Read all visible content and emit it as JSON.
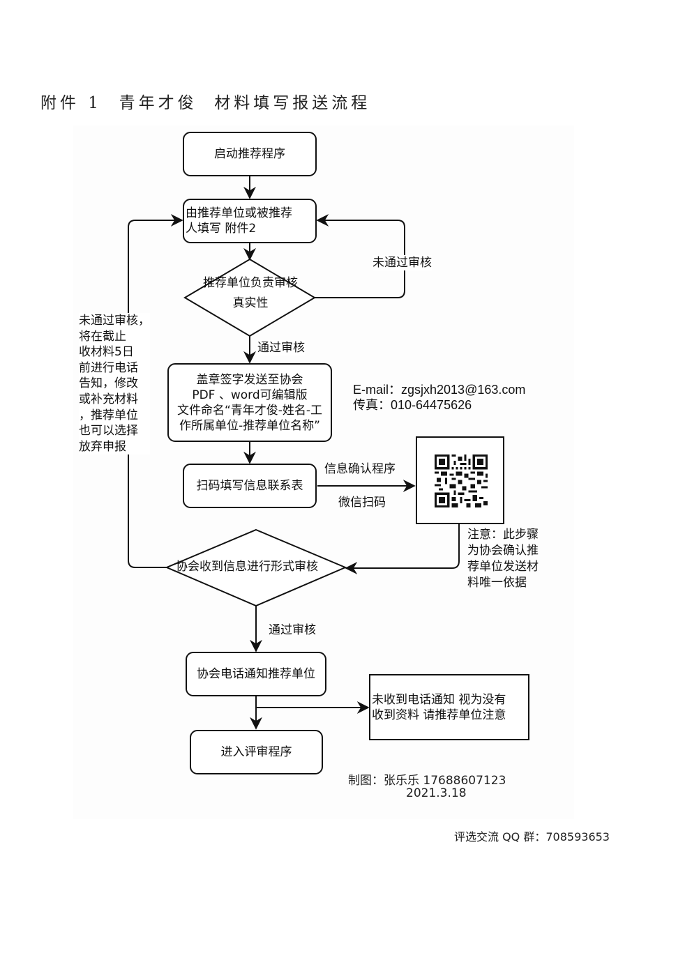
{
  "page_title": "附件 1  青年才俊  材料填写报送流程",
  "flowchart": {
    "nodes": {
      "start": "启动推荐程序",
      "fill_form": "由推荐单位或被推荐\n人填写 附件2",
      "decision_review": "推荐单位负责审核\n真实性",
      "submit": "盖章签字发送至协会\nPDF 、word可编辑版\n文件命名“青年才俊-姓名-工\n作所属单位-推荐单位名称”",
      "scan_form": "扫码填写信息联系表",
      "decision_format": "协会收到信息进行形式审核",
      "phone_notify": "协会电话通知推荐单位",
      "enter_review": "进入评审程序",
      "warning_box": "未收到电话通知 视为没有\n收到资料 请推荐单位注意"
    },
    "edge_labels": {
      "fail_review_right": "未通过审核",
      "pass_review_1": "通过审核",
      "pass_review_2": "通过审核",
      "info_confirm": "信息确认程序",
      "wechat_scan": "微信扫码"
    },
    "side_notes": {
      "fail_left": "未通过审核，\n将在截止\n收材料5日\n前进行电话\n告知，修改\n或补充材料\n，推荐单位\n也可以选择\n放弃申报",
      "contact_email": "E-mail：zgsjxh2013@163.com",
      "contact_fax": "传真：010-64475626",
      "qr_note": "注意：此步骤\n为协会确认推\n荐单位发送材\n料唯一依据"
    },
    "qr_icon": "qr-code"
  },
  "credits": {
    "author": "制图：张乐乐 17688607123",
    "date": "2021.3.18"
  },
  "footer": {
    "qq_group": "评选交流 QQ 群：708593653"
  }
}
